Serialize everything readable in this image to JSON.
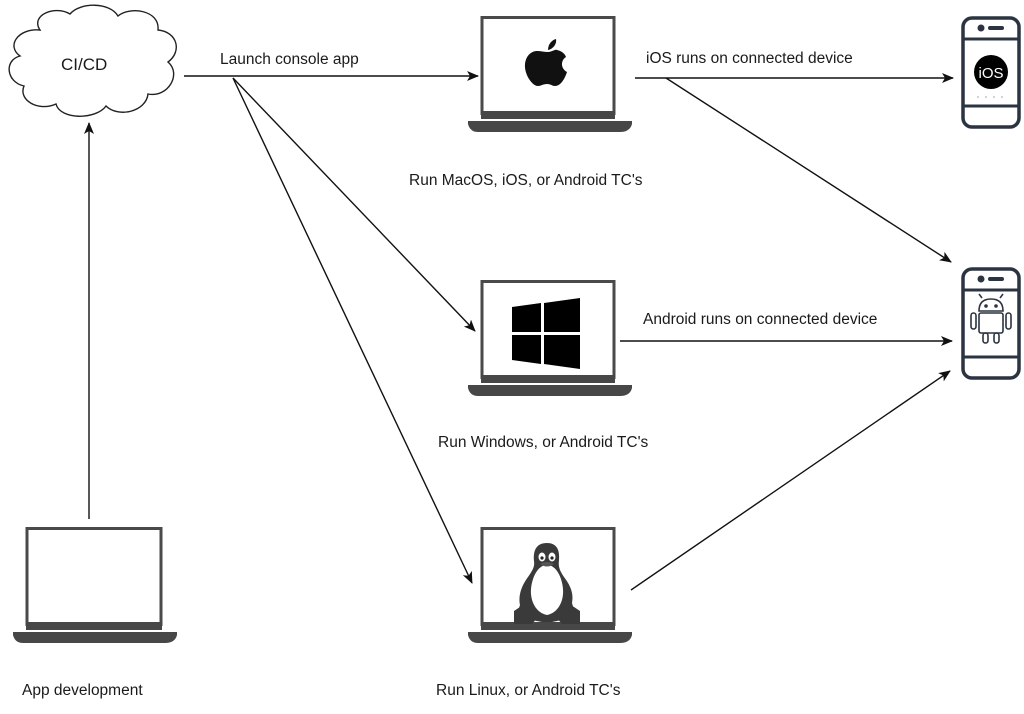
{
  "nodes": {
    "cicd": {
      "label": "CI/CD",
      "shape": "cloud"
    },
    "app_dev": {
      "label": "App development",
      "icon": "laptop-blank-icon"
    },
    "mac": {
      "label": "Run MacOS, iOS, or Android TC's",
      "icon": "apple-logo-icon"
    },
    "windows": {
      "label": "Run Windows, or Android TC's",
      "icon": "windows-logo-icon"
    },
    "linux": {
      "label": "Run Linux, or Android TC's",
      "icon": "linux-tux-icon"
    },
    "ios_device": {
      "label": "",
      "icon": "ios-phone-icon",
      "badge": "iOS"
    },
    "android_device": {
      "label": "",
      "icon": "android-phone-icon"
    }
  },
  "edges": {
    "dev_to_cicd": {
      "label": ""
    },
    "launch": {
      "label": "Launch console app"
    },
    "cicd_to_windows": {
      "label": ""
    },
    "cicd_to_linux": {
      "label": ""
    },
    "mac_to_ios": {
      "label": "iOS runs on connected device"
    },
    "mac_to_android": {
      "label": ""
    },
    "windows_to_android": {
      "label": "Android runs on connected device"
    },
    "linux_to_android": {
      "label": ""
    }
  },
  "colors": {
    "laptop_frame": "#4a4a4a",
    "laptop_base": "#474747",
    "phone_frame": "#2b3440",
    "line": "#1a1a1a",
    "logo": "#111111"
  }
}
